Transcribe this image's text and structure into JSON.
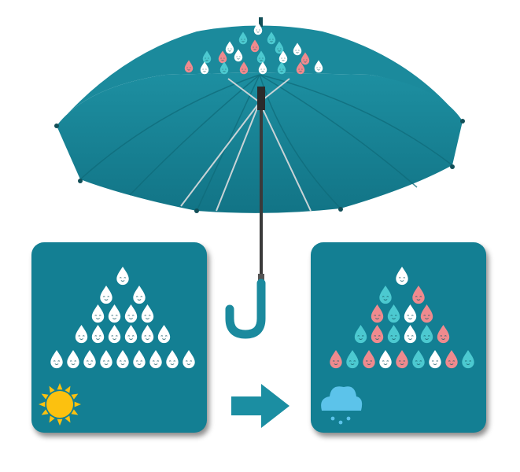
{
  "scene": {
    "subject": "umbrella-color-changing",
    "colors": {
      "canopy": "#1a8a9c",
      "canopy_dark": "#127686",
      "panel": "#137f93",
      "drop_white": "#ffffff",
      "drop_teal": "#4cc9d0",
      "drop_pink": "#ef8a8e",
      "sun": "#fcc10f",
      "cloud": "#5cc3ea",
      "arrow": "#1b8ea2",
      "shaft": "#3a3a3a",
      "handle": "#1b8a9e"
    },
    "icons": [
      "sun-icon",
      "rain-cloud-icon",
      "arrow-right-icon",
      "raindrop-icon"
    ],
    "states": {
      "before": {
        "weather": "sunny",
        "drop_pattern": "all-white"
      },
      "after": {
        "weather": "rainy",
        "drop_pattern": "teal-and-pink"
      }
    }
  }
}
